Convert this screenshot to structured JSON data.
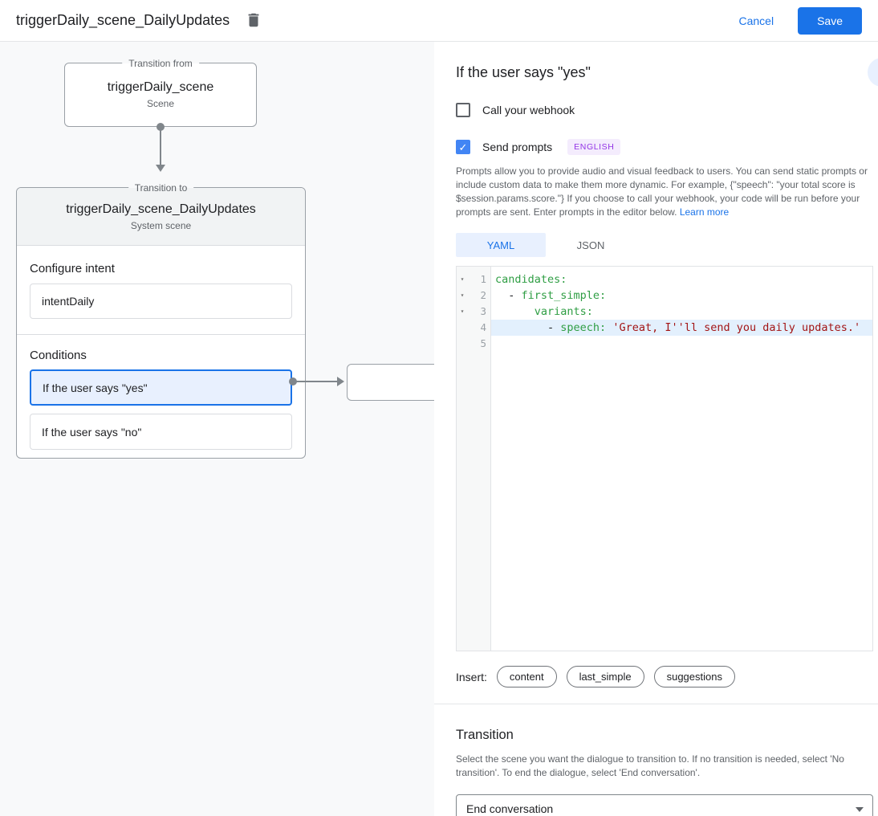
{
  "header": {
    "title": "triggerDaily_scene_DailyUpdates",
    "cancel_label": "Cancel",
    "save_label": "Save"
  },
  "diagram": {
    "from_box": {
      "legend": "Transition from",
      "title": "triggerDaily_scene",
      "subtitle": "Scene"
    },
    "to_box": {
      "legend": "Transition to",
      "title": "triggerDaily_scene_DailyUpdates",
      "subtitle": "System scene",
      "configure_intent_label": "Configure intent",
      "intent_value": "intentDaily",
      "conditions_label": "Conditions",
      "conditions": [
        {
          "label": "If the user says \"yes\"",
          "selected": true
        },
        {
          "label": "If the user says \"no\"",
          "selected": false
        }
      ]
    }
  },
  "panel": {
    "title": "If the user says \"yes\"",
    "webhook_checkbox": {
      "label": "Call your webhook",
      "checked": false
    },
    "prompts_checkbox": {
      "label": "Send prompts",
      "checked": true,
      "badge": "ENGLISH"
    },
    "description": "Prompts allow you to provide audio and visual feedback to users. You can send static prompts or include custom data to make them more dynamic. For example, {\"speech\": \"your total score is $session.params.score.\"} If you choose to call your webhook, your code will be run before your prompts are sent. Enter prompts in the editor below. ",
    "learn_more_label": "Learn more",
    "tabs": [
      {
        "label": "YAML",
        "selected": true
      },
      {
        "label": "JSON",
        "selected": false
      }
    ],
    "editor": {
      "lines": [
        {
          "number": 1,
          "foldable": true,
          "highlighted": false,
          "tokens": [
            {
              "t": "key",
              "text": "candidates:"
            }
          ]
        },
        {
          "number": 2,
          "foldable": true,
          "highlighted": false,
          "tokens": [
            {
              "t": "plain",
              "text": "  - "
            },
            {
              "t": "key",
              "text": "first_simple:"
            }
          ]
        },
        {
          "number": 3,
          "foldable": true,
          "highlighted": false,
          "tokens": [
            {
              "t": "plain",
              "text": "      "
            },
            {
              "t": "key",
              "text": "variants:"
            }
          ]
        },
        {
          "number": 4,
          "foldable": false,
          "highlighted": true,
          "tokens": [
            {
              "t": "plain",
              "text": "        - "
            },
            {
              "t": "key",
              "text": "speech:"
            },
            {
              "t": "plain",
              "text": " "
            },
            {
              "t": "string",
              "text": "'Great, I''ll send you daily updates.'"
            }
          ]
        },
        {
          "number": 5,
          "foldable": false,
          "highlighted": false,
          "tokens": []
        }
      ]
    },
    "insert": {
      "label": "Insert:",
      "chips": [
        "content",
        "last_simple",
        "suggestions"
      ]
    },
    "transition": {
      "title": "Transition",
      "description": "Select the scene you want the dialogue to transition to. If no transition is needed, select 'No transition'. To end the dialogue, select 'End conversation'.",
      "select_value": "End conversation"
    }
  },
  "colors": {
    "accent": "#1a73e8",
    "checkbox_checked": "#4285f4",
    "badge_text": "#9334e6",
    "badge_bg": "#f4ecfd",
    "selected_condition_bg": "#e8f0fe",
    "code_key": "#2f9e44",
    "code_string": "#a31515",
    "code_line_highlight": "#e3f0fd",
    "canvas_bg": "#f8f9fa"
  }
}
